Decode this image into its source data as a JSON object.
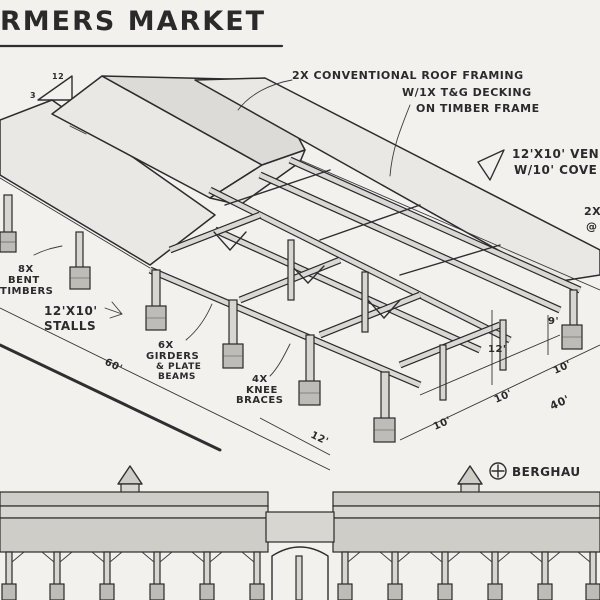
{
  "title": "RMERS MARKET",
  "annotations": {
    "roof_framing": "2X CONVENTIONAL ROOF FRAMING",
    "decking_1": "W/1X T&G DECKING",
    "decking_2": "ON TIMBER FRAME",
    "vendor_1": "12'X10' VEND",
    "vendor_2": "W/10' COVE",
    "right_edge_1": "2X",
    "right_edge_2": "@",
    "bent_1": "8X",
    "bent_2": "BENT",
    "bent_3": "TIMBERS",
    "stalls": "12'X10'",
    "stalls_2": "STALLS",
    "girders_1": "6X",
    "girders_2": "GIRDERS",
    "girders_3": "& PLATE",
    "girders_4": "BEAMS",
    "knee_1": "4X",
    "knee_2": "KNEE",
    "knee_3": "BRACES",
    "pitch_run": "12",
    "pitch_rise": "3",
    "brand": "BERGHAU"
  },
  "dimensions": {
    "d60": "60'",
    "d12a": "12'",
    "d10a": "10'",
    "d10b": "10'",
    "d10c": "10'",
    "d40": "40'",
    "d12_height": "12'",
    "d9_height": "9'"
  }
}
